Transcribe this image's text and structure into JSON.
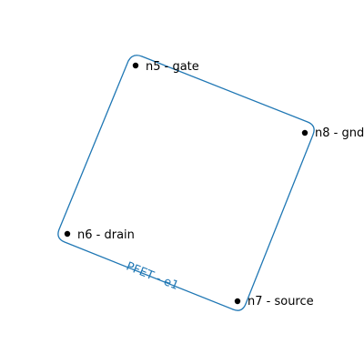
{
  "colors": {
    "outline": "#1f77b4",
    "node_dot": "#000000",
    "label_text": "#000000",
    "edge_label": "#1f77b4",
    "background": "#ffffff"
  },
  "diagram": {
    "nodes": [
      {
        "id": "n5",
        "label": "n5 - gate"
      },
      {
        "id": "n8",
        "label": "n8 - gnd"
      },
      {
        "id": "n6",
        "label": "n6 - drain"
      },
      {
        "id": "n7",
        "label": "n7 - source"
      }
    ],
    "element_label": "PFET - e1"
  }
}
